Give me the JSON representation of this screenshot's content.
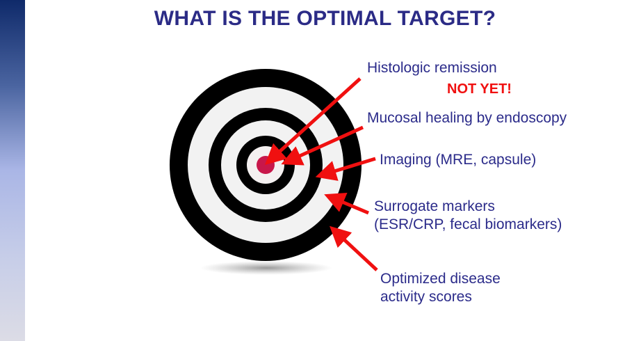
{
  "title": "WHAT IS THE OPTIMAL TARGET?",
  "targets": [
    {
      "label": "Histologic remission"
    },
    {
      "label": "Mucosal healing by endoscopy"
    },
    {
      "label": "Imaging (MRE, capsule)"
    },
    {
      "label": "Surrogate markers",
      "label2": "(ESR/CRP, fecal biomarkers)"
    },
    {
      "label": "Optimized disease",
      "label2": "activity scores"
    }
  ],
  "status_note": "NOT YET!",
  "colors": {
    "title": "#2b2b86",
    "text": "#2b2b8a",
    "arrow": "#f01010",
    "bullseye": "#c8174a"
  }
}
